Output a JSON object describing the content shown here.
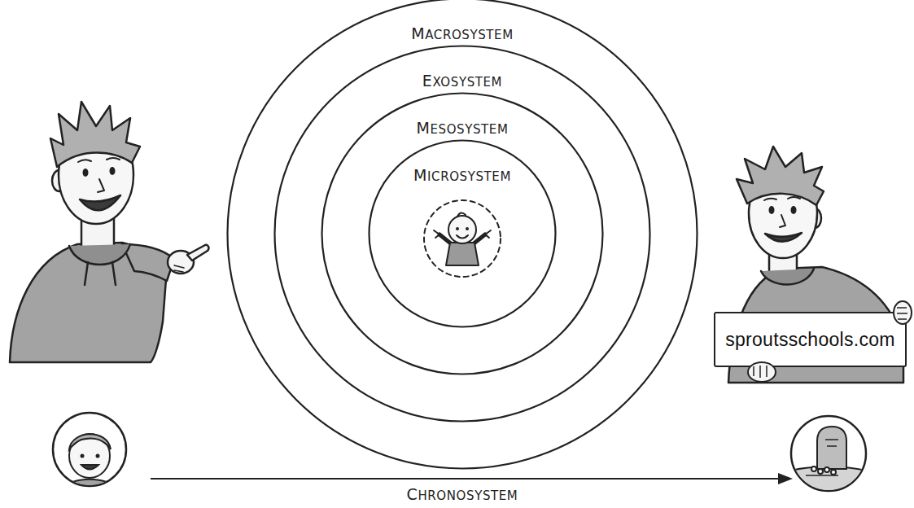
{
  "diagram": {
    "nodes": [
      {
        "text": [
          "MACROSYSTEM"
        ]
      },
      {
        "text": [
          "EXOSYSTEM"
        ],
        "in": 0
      },
      {
        "text": [
          "MESOSYSTEM"
        ],
        "in": 1
      },
      {
        "text": [
          "MICROSYSTEM"
        ],
        "in": 2
      },
      {
        "text": [
          "sproutsschools.com"
        ]
      }
    ],
    "labels": [
      "CHRONOSYSTEM"
    ]
  }
}
